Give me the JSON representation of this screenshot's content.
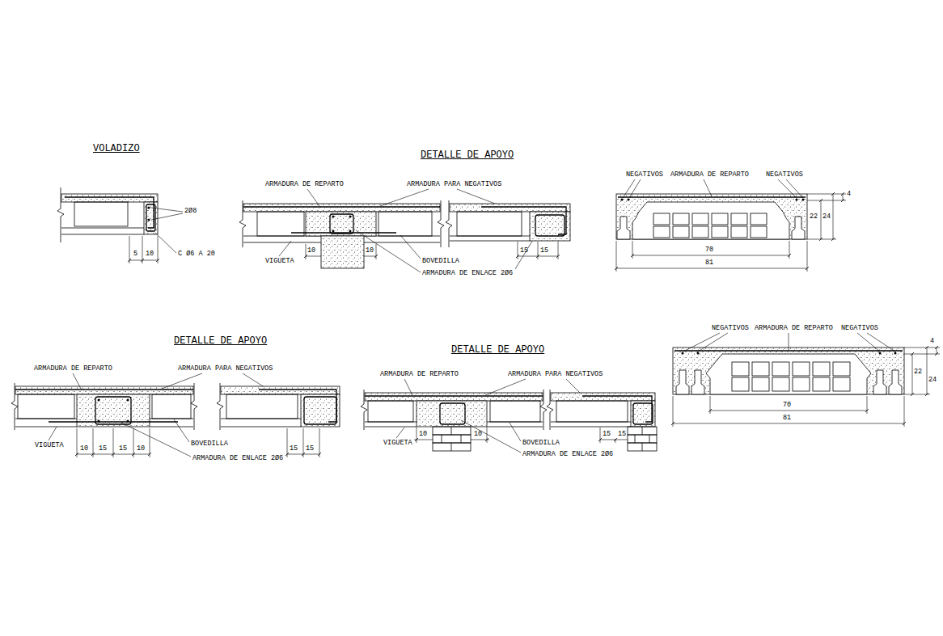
{
  "diagram": {
    "labels": [
      "VOLADIZO",
      "2Ø8",
      "C Ø6 A 20",
      "5",
      "10",
      "DETALLE DE APOYO",
      "ARMADURA DE REPARTO",
      "ARMADURA PARA NEGATIVOS",
      "VIGUETA",
      "10",
      "10",
      "BOVEDILLA",
      "ARMADURA DE ENLACE 2Ø6",
      "15",
      "15",
      "NEGATIVOS",
      "ARMADURA DE REPARTO",
      "NEGATIVOS",
      "4",
      "22",
      "24",
      "70",
      "81",
      "DETALLE DE APOYO",
      "ARMADURA DE REPARTO",
      "ARMADURA PARA NEGATIVOS",
      "VIGUETA",
      "10",
      "15",
      "15",
      "10",
      "BOVEDILLA",
      "ARMADURA DE ENLACE 2Ø6",
      "15",
      "15",
      "DETALLE DE APOYO",
      "ARMADURA DE REPARTO",
      "ARMADURA PARA NEGATIVOS",
      "VIGUETA",
      "10",
      "10",
      "BOVEDILLA",
      "ARMADURA DE ENLACE 2Ø6",
      "15",
      "15",
      "NEGATIVOS",
      "ARMADURA DE REPARTO",
      "NEGATIVOS",
      "4",
      "22",
      "24",
      "70",
      "81"
    ]
  }
}
